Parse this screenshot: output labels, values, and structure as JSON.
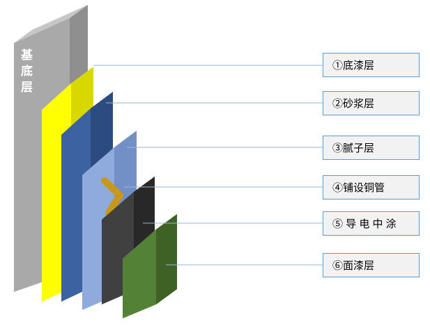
{
  "diagram": {
    "base_layer": {
      "label": "基底层"
    },
    "callouts": [
      {
        "label": "①底漆层"
      },
      {
        "label": "②砂浆层"
      },
      {
        "label": "③腻子层"
      },
      {
        "label": "④铺设铜管"
      },
      {
        "label": "⑤ 导 电 中 涂"
      },
      {
        "label": "⑥面漆层"
      }
    ],
    "palette": {
      "base_front": "#a9a9a9",
      "base_top": "#c6c6c6",
      "base_side": "#8f8f8f",
      "primer_front": "#ffff00",
      "primer_top": "#ffff5c",
      "primer_side": "#d8d800",
      "mortar_front": "#3c62a1",
      "mortar_top": "#5d84c0",
      "mortar_side": "#2c4b7e",
      "putty_front": "#8faadc",
      "putty_top": "#b1c5ea",
      "putty_side": "#7390c6",
      "pipe": "#c9971c",
      "conductive_front": "#404040",
      "conductive_top": "#5a5a5a",
      "conductive_side": "#282828",
      "topcoat_front": "#538135",
      "topcoat_top": "#6fa047",
      "topcoat_side": "#3e6126",
      "connector_line": "#9ab7d8",
      "box_border": "#5b9bd5",
      "box_fill": "#f2f2f2",
      "base_label_color": "#ffffff"
    }
  }
}
